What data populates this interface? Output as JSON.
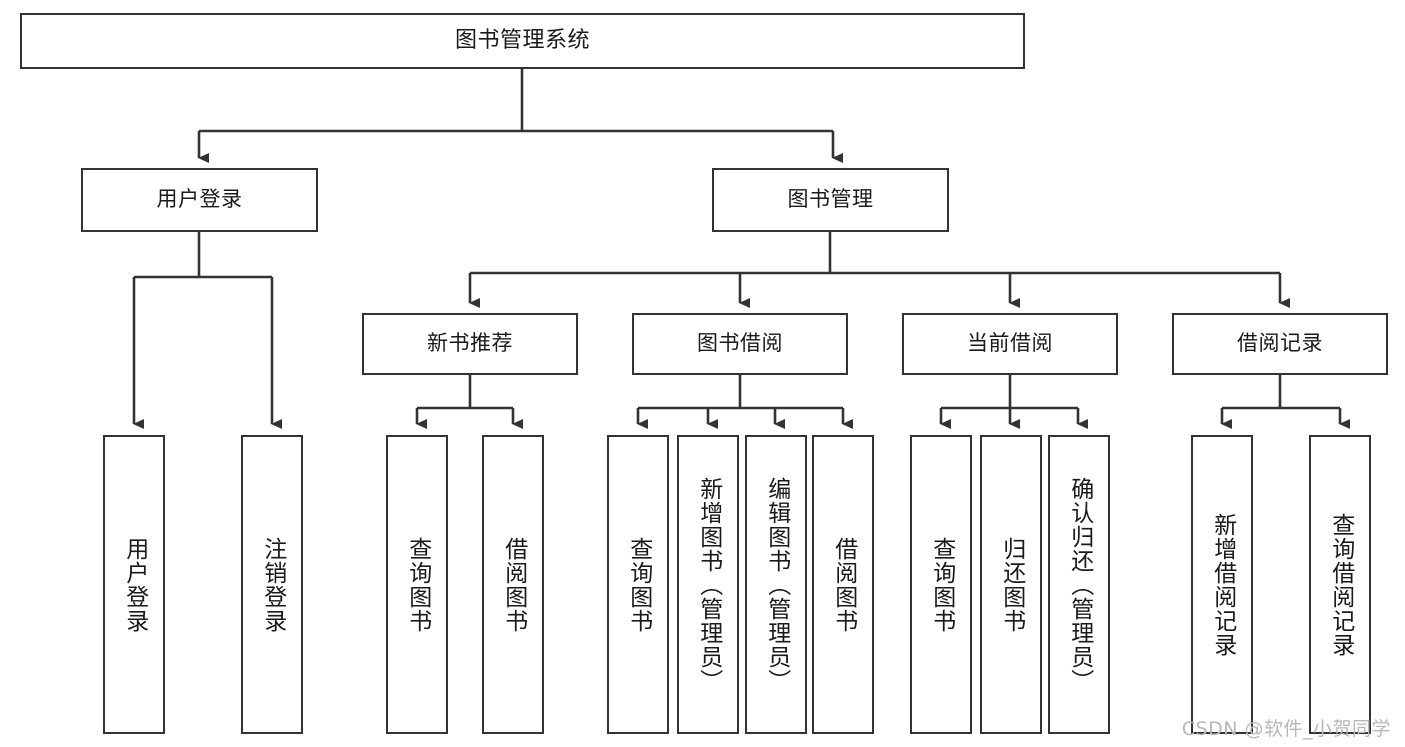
{
  "diagram": {
    "title": "图书管理系统",
    "type": "tree-hierarchy",
    "watermark": "CSDN @软件_小贺同学",
    "colors": {
      "background": "#ffffff",
      "node_border": "#333333",
      "node_fill": "#ffffff",
      "edge": "#333333",
      "text": "#1a1a1a",
      "watermark": "#b8b8b8"
    },
    "nodes": {
      "root": {
        "label": "图书管理系统"
      },
      "level2": [
        {
          "id": "user-login",
          "label": "用户登录"
        },
        {
          "id": "book-manage",
          "label": "图书管理"
        }
      ],
      "level3": [
        {
          "id": "new-book-recommend",
          "label": "新书推荐"
        },
        {
          "id": "book-borrow",
          "label": "图书借阅"
        },
        {
          "id": "current-borrow",
          "label": "当前借阅"
        },
        {
          "id": "borrow-record",
          "label": "借阅记录"
        }
      ],
      "leaves": {
        "user_login": [
          {
            "id": "leaf-user-login",
            "label": "用户登录"
          },
          {
            "id": "leaf-logout",
            "label": "注销登录"
          }
        ],
        "new_book_recommend": [
          {
            "id": "leaf-query-book-1",
            "label": "查询图书"
          },
          {
            "id": "leaf-borrow-book-1",
            "label": "借阅图书"
          }
        ],
        "book_borrow": [
          {
            "id": "leaf-query-book-2",
            "label": "查询图书"
          },
          {
            "id": "leaf-add-book",
            "label": "新增图书（管理员）"
          },
          {
            "id": "leaf-edit-book",
            "label": "编辑图书（管理员）"
          },
          {
            "id": "leaf-borrow-book-2",
            "label": "借阅图书"
          }
        ],
        "current_borrow": [
          {
            "id": "leaf-query-book-3",
            "label": "查询图书"
          },
          {
            "id": "leaf-return-book",
            "label": "归还图书"
          },
          {
            "id": "leaf-confirm-return",
            "label": "确认归还（管理员）"
          }
        ],
        "borrow_record": [
          {
            "id": "leaf-add-record",
            "label": "新增借阅记录"
          },
          {
            "id": "leaf-query-record",
            "label": "查询借阅记录"
          }
        ]
      }
    }
  }
}
